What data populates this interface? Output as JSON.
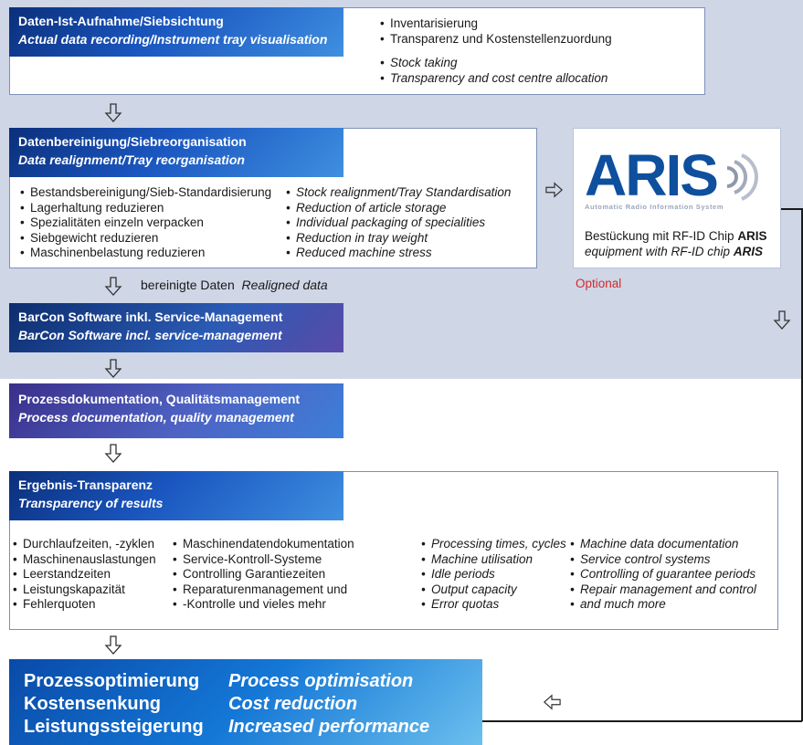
{
  "colors": {
    "band": "#cfd6e6",
    "header_blue": "#1a56c0",
    "optional_red": "#d12a2a",
    "aris_blue": "#0e4f9e"
  },
  "step1": {
    "title_de": "Daten-Ist-Aufnahme/Siebsichtung",
    "title_en": "Actual data recording/Instrument tray visualisation",
    "items_de": [
      "Inventarisierung",
      "Transparenz und Kostenstellenzuordung"
    ],
    "items_en": [
      "Stock taking",
      "Transparency and cost centre allocation"
    ]
  },
  "step2": {
    "title_de": "Datenbereinigung/Siebreorganisation",
    "title_en": "Data realignment/Tray reorganisation",
    "items_de": [
      "Bestandsbereinigung/Sieb-Standardisierung",
      "Lagerhaltung reduzieren",
      "Spezialitäten einzeln verpacken",
      "Siebgewicht reduzieren",
      "Maschinenbelastung reduzieren"
    ],
    "items_en": [
      "Stock realignment/Tray Standardisation",
      "Reduction of article storage",
      "Individual packaging of specialities",
      "Reduction in tray weight",
      "Reduced machine stress"
    ]
  },
  "realigned": {
    "de": "bereinigte Daten",
    "en": "Realigned data"
  },
  "aris": {
    "logo": "ARIS",
    "subtitle": "Automatic Radio Information System",
    "line_de_prefix": "Bestückung mit RF-ID Chip ",
    "line_de_bold": "ARIS",
    "line_en_prefix": "equipment with RF-ID chip ",
    "line_en_bold": "ARIS",
    "optional": "Optional"
  },
  "step3": {
    "title_de": "BarCon Software inkl. Service-Management",
    "title_en": "BarCon Software incl. service-management"
  },
  "step4": {
    "title_de": "Prozessdokumentation, Qualitätsmanagement",
    "title_en": "Process documentation, quality management"
  },
  "step5": {
    "title_de": "Ergebnis-Transparenz",
    "title_en": "Transparency of results",
    "col1_de": [
      "Durchlaufzeiten, -zyklen",
      "Maschinenauslastungen",
      "Leerstandzeiten",
      "Leistungskapazität",
      "Fehlerquoten"
    ],
    "col2_de": [
      "Maschinendatendokumentation",
      "Service-Kontroll-Systeme",
      "Controlling Garantiezeiten",
      "Reparaturenmanagement und",
      "-Kontrolle und vieles mehr"
    ],
    "col1_en": [
      "Processing times, cycles",
      "Machine utilisation",
      "Idle periods",
      "Output capacity",
      "Error quotas"
    ],
    "col2_en": [
      "Machine data documentation",
      "Service control systems",
      "Controlling of guarantee periods",
      "Repair management and control",
      "and much more"
    ]
  },
  "final": {
    "de": [
      "Prozessoptimierung",
      "Kostensenkung",
      "Leistungssteigerung"
    ],
    "en": [
      "Process optimisation",
      "Cost reduction",
      "Increased performance"
    ]
  },
  "icons": {
    "down": "hollow-arrow-down-icon",
    "right": "hollow-arrow-right-icon",
    "left": "hollow-arrow-left-icon"
  }
}
